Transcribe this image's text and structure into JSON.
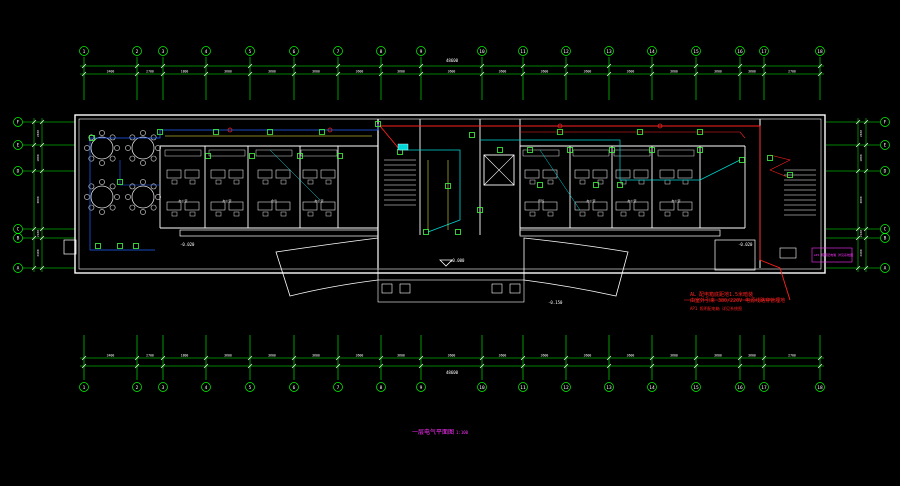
{
  "drawing": {
    "title": "一层电气平面图",
    "scale": "1:100",
    "colors": {
      "background": "#000000",
      "grid_line": "#00ff00",
      "wall": "#ffffff",
      "wiring_blue": "#2060ff",
      "wiring_cyan": "#00d8d8",
      "wiring_red": "#ff2020",
      "device_green": "#40ff40",
      "note_magenta": "#ff30ff",
      "furniture_white": "#e0e0e0"
    }
  },
  "axes": {
    "columns": [
      "1",
      "2",
      "3",
      "4",
      "5",
      "6",
      "7",
      "8",
      "9",
      "10",
      "11",
      "12",
      "13",
      "14",
      "15",
      "16",
      "17",
      "18"
    ],
    "rows": [
      "A",
      "B",
      "C",
      "D",
      "E",
      "F"
    ]
  },
  "dimensions": {
    "total": "48600",
    "top_spans": [
      "3400",
      "2700",
      "1800",
      "3600",
      "3600",
      "3600",
      "3600",
      "3600",
      "3600",
      "3600",
      "3600",
      "3600",
      "3600",
      "3600",
      "3600",
      "3600",
      "2700",
      "3400"
    ],
    "left_spans": [
      "2400",
      "2100",
      "3000",
      "1800",
      "2400"
    ]
  },
  "levels": {
    "hall": "±0.000",
    "east_entry": "-0.020",
    "west_entry": "-0.020",
    "ramp": "-0.150"
  },
  "notes": {
    "panel_note_1": "AL 配电箱底距地1.5米暗装",
    "panel_note_2": "由室外引来 380/220V 电源线路穿管埋地",
    "legend_note": "AP1 照明配电箱 详见系统图"
  },
  "room_labels": [
    "办公室",
    "办公室",
    "会议",
    "办公室",
    "值班",
    "办公室",
    "办公室",
    "办公室"
  ]
}
